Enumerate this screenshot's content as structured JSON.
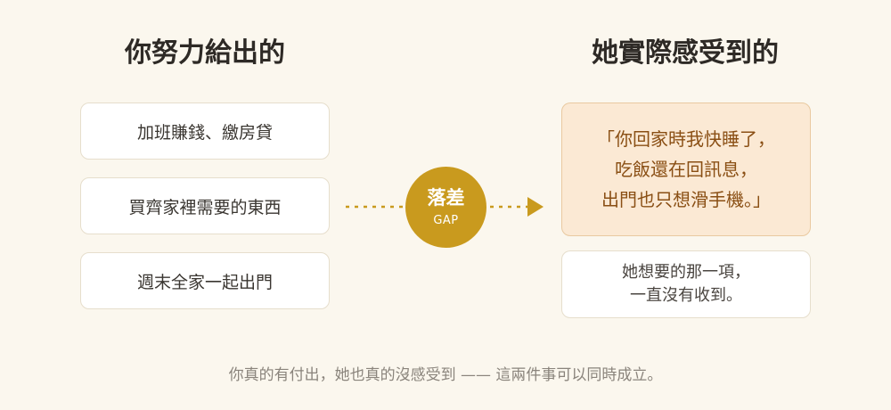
{
  "left_heading": "你努力給出的",
  "right_heading": "她實際感受到的",
  "effort_items": [
    "加班賺錢、繳房貸",
    "買齊家裡需要的東西",
    "週末全家一起出門"
  ],
  "gap": {
    "label": "落差",
    "sublabel": "GAP"
  },
  "perceived_quote": "「你回家時我快睡了，\n吃飯還在回訊息，\n出門也只想滑手機。」",
  "wish": "她想要的那一項，\n一直沒有收到。",
  "footer": "你真的有付出，她也真的沒感受到 —— 這兩件事可以同時成立。",
  "colors": {
    "accent": "#c99a1e",
    "perceived_bg": "#fbe9d4",
    "perceived_text": "#8a4f14",
    "background": "#fbf7ee"
  }
}
